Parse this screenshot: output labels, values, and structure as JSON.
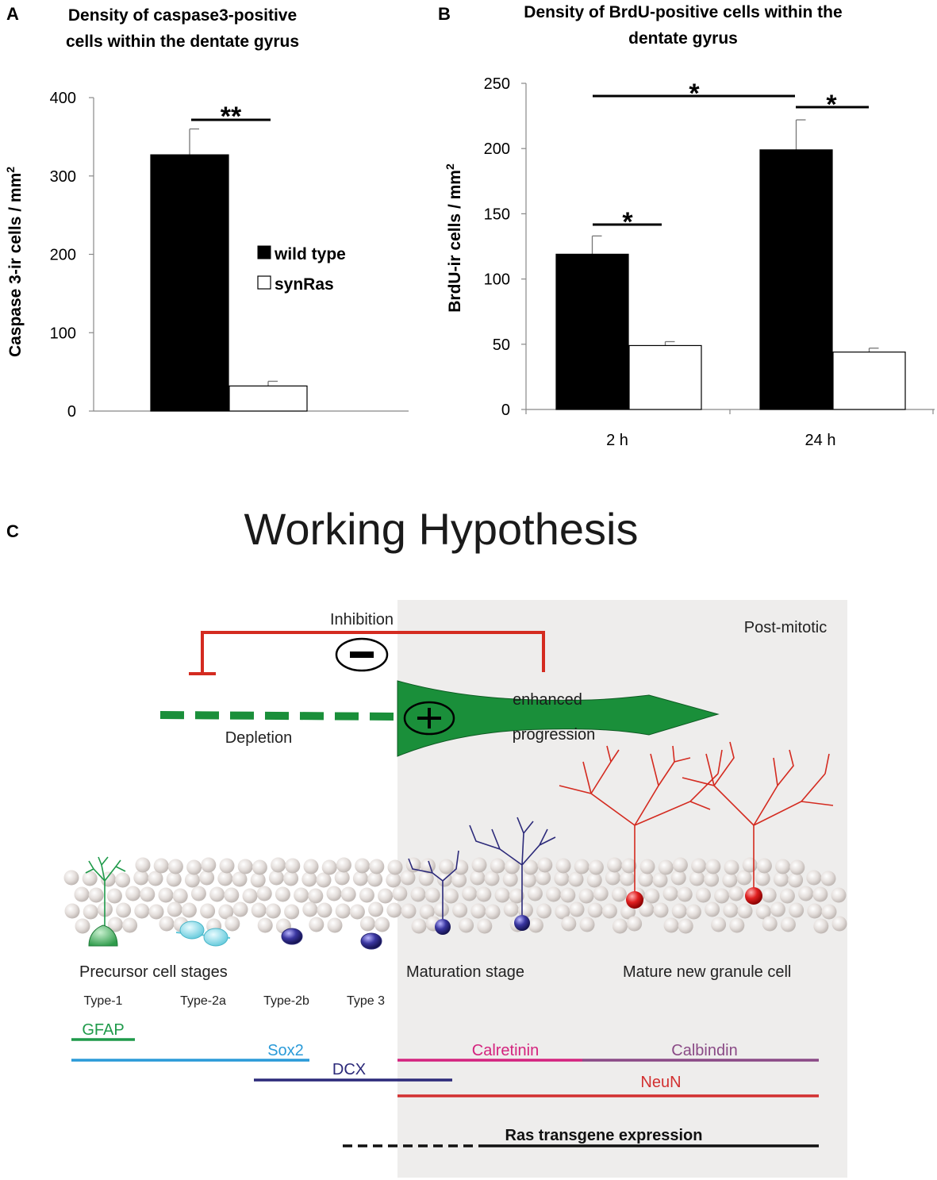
{
  "panelA": {
    "letter": "A",
    "title_line1": "Density of caspase3-positive",
    "title_line2": "cells within the dentate gyrus",
    "legend": {
      "wild_type": "wild type",
      "synras": "synRas"
    },
    "significance": "**"
  },
  "panelB": {
    "letter": "B",
    "title_line1": "Density of BrdU-positive cells within the",
    "title_line2": "dentate gyrus",
    "sig_2h": "*",
    "sig_24h": "*",
    "sig_time": "*"
  },
  "chart_data": [
    {
      "type": "bar",
      "title": "Density of caspase3-positive cells within the dentate gyrus",
      "ylabel": "Caspase 3-ir cells / mm",
      "ylabel_sup": "2",
      "ylim": [
        0,
        400
      ],
      "yticks": [
        "0",
        "100",
        "200",
        "300",
        "400"
      ],
      "categories": [
        ""
      ],
      "series": [
        {
          "name": "wild type",
          "values": [
            327
          ],
          "errors": [
            33
          ],
          "color": "#000000"
        },
        {
          "name": "synRas",
          "values": [
            32
          ],
          "errors": [
            6
          ],
          "color": "#ffffff"
        }
      ],
      "legend_position": "center-right"
    },
    {
      "type": "bar",
      "title": "Density of BrdU-positive cells within the dentate gyrus",
      "ylabel": "BrdU-ir cells / mm",
      "ylabel_sup": "2",
      "ylim": [
        0,
        250
      ],
      "yticks": [
        "0",
        "50",
        "100",
        "150",
        "200",
        "250"
      ],
      "categories": [
        "2 h",
        "24 h"
      ],
      "series": [
        {
          "name": "wild type",
          "values": [
            119,
            199
          ],
          "errors": [
            14,
            23
          ],
          "color": "#000000"
        },
        {
          "name": "synRas",
          "values": [
            49,
            44
          ],
          "errors": [
            3,
            3
          ],
          "color": "#ffffff"
        }
      ]
    }
  ],
  "panelC": {
    "letter": "C",
    "title": "Working Hypothesis",
    "inhibition": "Inhibition",
    "post_mitotic": "Post-mitotic",
    "enhanced": "enhanced",
    "progression": "progression",
    "depletion": "Depletion",
    "stage_precursor": "Precursor cell stages",
    "stage_maturation": "Maturation stage",
    "stage_mature": "Mature new granule cell",
    "types": [
      "Type-1",
      "Type-2a",
      "Type-2b",
      "Type 3"
    ],
    "markers": {
      "gfap": "GFAP",
      "sox2": "Sox2",
      "dcx": "DCX",
      "calretinin": "Calretinin",
      "calbindin": "Calbindin",
      "neun": "NeuN",
      "ras": "Ras transgene expression"
    },
    "colors": {
      "inhibition": "#d42b20",
      "green": "#1a8f3a",
      "gfap": "#1f9a4a",
      "sox2": "#2a9ad8",
      "dcx": "#2c2a7a",
      "calretinin": "#d4237e",
      "calbindin": "#8a4a86",
      "neun": "#d23030",
      "shade": "#eeedec"
    }
  }
}
